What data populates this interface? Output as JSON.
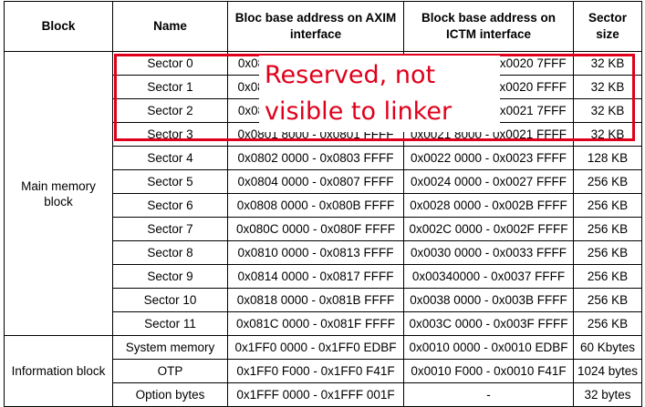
{
  "headers": {
    "block": "Block",
    "name": "Name",
    "axim": "Bloc base address on AXIM interface",
    "ictm": "Block base address on ICTM interface",
    "size": "Sector size"
  },
  "main_block_label": "Main memory block",
  "info_block_label": "Information block",
  "main_rows": [
    {
      "name": "Sector 0",
      "axim": "0x0800 0000 - 0x0800 7FFF",
      "ictm": "0x0020 0000 - 0x0020 7FFF",
      "size": "32 KB"
    },
    {
      "name": "Sector 1",
      "axim": "0x0800 8000 - 0x0800 FFFF",
      "ictm": "0x0020 8000 - 0x0020 FFFF",
      "size": "32 KB"
    },
    {
      "name": "Sector 2",
      "axim": "0x0801 0000 - 0x0801 7FFF",
      "ictm": "0x0021 0000 - 0x0021 7FFF",
      "size": "32 KB"
    },
    {
      "name": "Sector 3",
      "axim": "0x0801 8000 - 0x0801 FFFF",
      "ictm": "0x0021 8000 - 0x0021 FFFF",
      "size": "32 KB"
    },
    {
      "name": "Sector 4",
      "axim": "0x0802 0000 - 0x0803 FFFF",
      "ictm": "0x0022 0000 - 0x0023 FFFF",
      "size": "128 KB"
    },
    {
      "name": "Sector 5",
      "axim": "0x0804 0000 - 0x0807 FFFF",
      "ictm": "0x0024 0000 - 0x0027 FFFF",
      "size": "256 KB"
    },
    {
      "name": "Sector 6",
      "axim": "0x0808 0000 - 0x080B FFFF",
      "ictm": "0x0028 0000 - 0x002B FFFF",
      "size": "256 KB"
    },
    {
      "name": "Sector 7",
      "axim": "0x080C 0000 - 0x080F FFFF",
      "ictm": "0x002C 0000 - 0x002F FFFF",
      "size": "256 KB"
    },
    {
      "name": "Sector 8",
      "axim": "0x0810 0000 - 0x0813 FFFF",
      "ictm": "0x0030 0000 - 0x0033 FFFF",
      "size": "256 KB"
    },
    {
      "name": "Sector 9",
      "axim": "0x0814 0000 - 0x0817 FFFF",
      "ictm": "0x00340000 - 0x0037 FFFF",
      "size": "256 KB"
    },
    {
      "name": "Sector 10",
      "axim": "0x0818 0000 - 0x081B FFFF",
      "ictm": "0x0038 0000 - 0x003B FFFF",
      "size": "256 KB"
    },
    {
      "name": "Sector 11",
      "axim": "0x081C 0000 - 0x081F FFFF",
      "ictm": "0x003C 0000 - 0x003F FFFF",
      "size": "256 KB"
    }
  ],
  "info_rows": [
    {
      "name": "System memory",
      "axim": "0x1FF0 0000 - 0x1FF0 EDBF",
      "ictm": "0x0010 0000 - 0x0010 EDBF",
      "size": "60 Kbytes"
    },
    {
      "name": "OTP",
      "axim": "0x1FF0 F000 - 0x1FF0 F41F",
      "ictm": "0x0010 F000 - 0x0010 F41F",
      "size": "1024 bytes"
    },
    {
      "name": "Option bytes",
      "axim": "0x1FFF 0000 - 0x1FFF 001F",
      "ictm": "-",
      "size": "32 bytes"
    }
  ],
  "overlay": {
    "text": "Reserved, not\nvisible to linker",
    "color": "#e0001b"
  }
}
